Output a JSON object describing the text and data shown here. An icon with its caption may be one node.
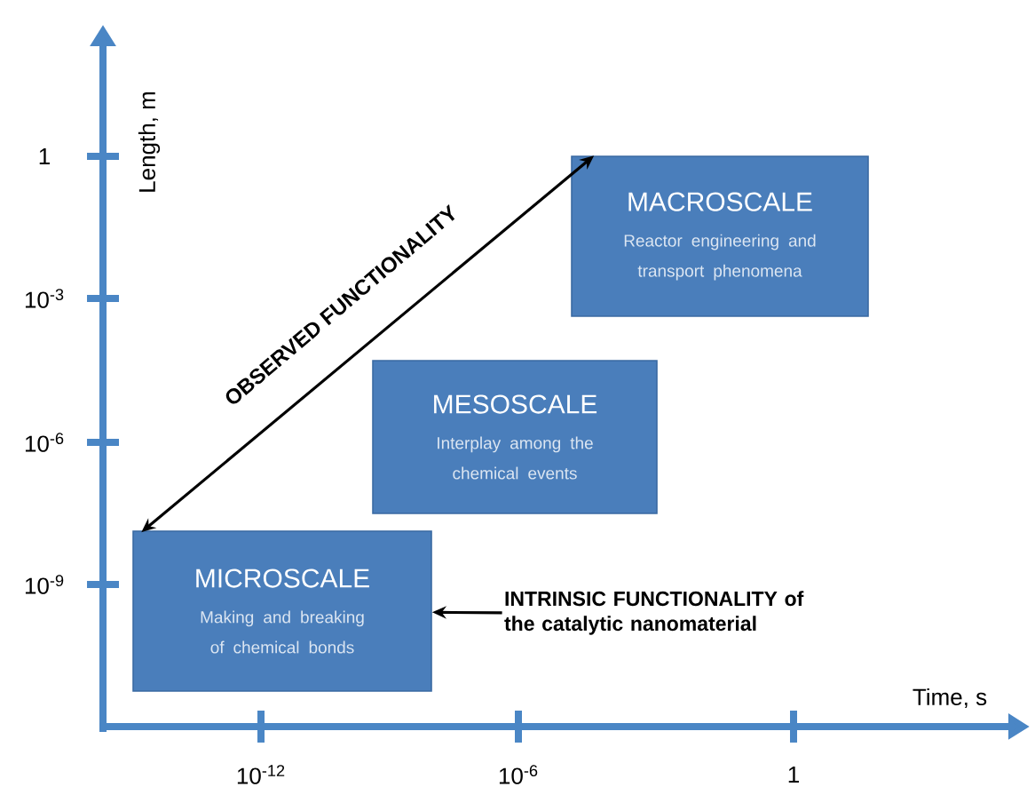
{
  "diagram": {
    "nodes": [
      {
        "text": [
          "MACROSCALE",
          "Reactor engineering and transport phenomena"
        ]
      },
      {
        "text": [
          "MESOSCALE",
          "Interplay among the chemical events"
        ]
      },
      {
        "text": [
          "MICROSCALE",
          "Making and breaking of chemical bonds"
        ]
      },
      {
        "text": [
          "INTRINSIC FUNCTIONALITY of the catalytic nanomaterial"
        ]
      }
    ],
    "edges": [
      {
        "from": 2,
        "to": 0,
        "arrow": "both",
        "label": "OBSERVED FUNCTIONALITY"
      },
      {
        "from": 3,
        "to": 2,
        "arrow": "to"
      }
    ],
    "labels": [
      "Length, m",
      "1",
      "10$^{-3}$",
      "10$^{-6}$",
      "10$^{-9}$",
      "Time, s",
      "10$^{-12}$",
      "10$^{-6}$",
      "1"
    ]
  }
}
